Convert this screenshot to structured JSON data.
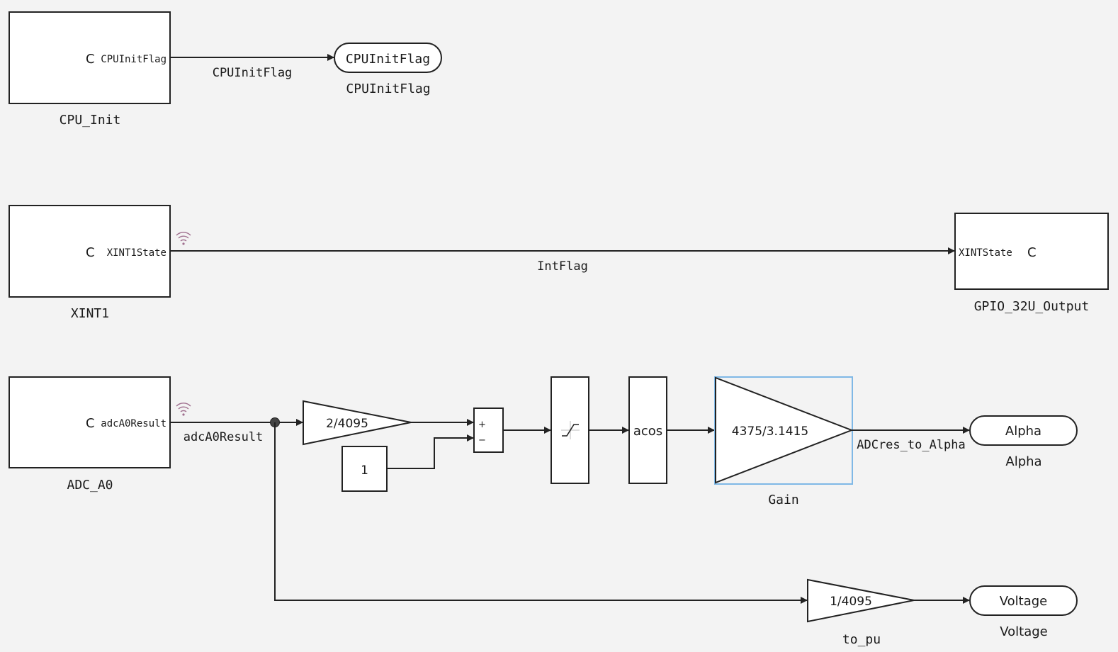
{
  "diagram": {
    "blocks": {
      "cpu_init": {
        "letter": "C",
        "port": "CPUInitFlag",
        "name": "CPU_Init"
      },
      "xint1": {
        "letter": "C",
        "port": "XINT1State",
        "name": "XINT1"
      },
      "gpio": {
        "letter": "C",
        "port": "XINTState",
        "name": "GPIO_32U_Output"
      },
      "adc": {
        "letter": "C",
        "port": "adcA0Result",
        "name": "ADC_A0"
      },
      "gain_scale": {
        "value": "2/4095"
      },
      "const_one": {
        "value": "1"
      },
      "sum": {
        "plus": "+",
        "minus": "−"
      },
      "acos": {
        "text": "acos"
      },
      "gain": {
        "value": "4375/3.1415",
        "name": "Gain"
      },
      "to_pu": {
        "value": "1/4095",
        "name": "to_pu"
      }
    },
    "goto_tags": {
      "cpu_flag": {
        "tag": "CPUInitFlag",
        "name": "CPUInitFlag"
      },
      "alpha": {
        "tag": "Alpha",
        "name": "Alpha"
      },
      "voltage": {
        "tag": "Voltage",
        "name": "Voltage"
      }
    },
    "signals": {
      "cpu_flag": "CPUInitFlag",
      "int_flag": "IntFlag",
      "adc_result": "adcA0Result",
      "adc_to_alpha": "ADCres_to_Alpha"
    },
    "colors": {
      "selection": "#7fb8e6",
      "wireless_icon": "#a0708f"
    }
  }
}
